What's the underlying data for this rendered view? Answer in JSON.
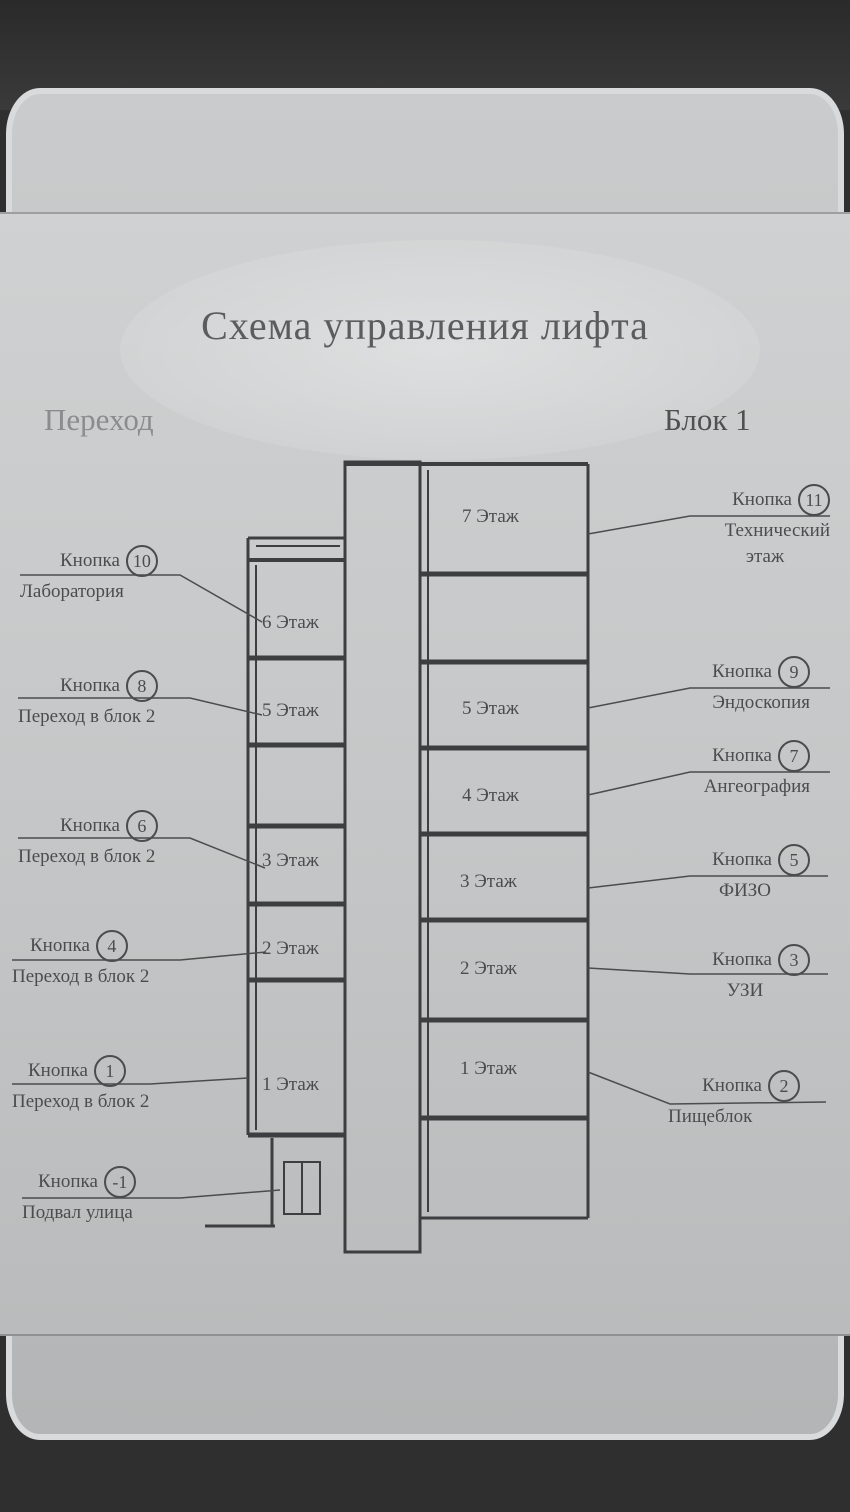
{
  "title": "Схема управления  лифта",
  "left_heading": "Переход",
  "right_heading": "Блок 1",
  "floors": {
    "left": [
      "6 Этаж",
      "5 Этаж",
      "3 Этаж",
      "2 Этаж",
      "1 Этаж"
    ],
    "right": [
      "7 Этаж",
      "5 Этаж",
      "4 Этаж",
      "3 Этаж",
      "2 Этаж",
      "1 Этаж"
    ]
  },
  "callouts": {
    "left": [
      {
        "label": "Кнопка",
        "number": "10",
        "desc": "Лаборатория"
      },
      {
        "label": "Кнопка",
        "number": "8",
        "desc": "Переход в блок 2"
      },
      {
        "label": "Кнопка",
        "number": "6",
        "desc": "Переход в блок 2"
      },
      {
        "label": "Кнопка",
        "number": "4",
        "desc": "Переход в блок 2"
      },
      {
        "label": "Кнопка",
        "number": "1",
        "desc": "Переход в блок 2"
      },
      {
        "label": "Кнопка",
        "number": "-1",
        "desc": "Подвал улица"
      }
    ],
    "right": [
      {
        "label": "Кнопка",
        "number": "11",
        "desc": "Технический",
        "desc2": "этаж"
      },
      {
        "label": "Кнопка",
        "number": "9",
        "desc": "Эндоскопия"
      },
      {
        "label": "Кнопка",
        "number": "7",
        "desc": "Ангеография"
      },
      {
        "label": "Кнопка",
        "number": "5",
        "desc": "ФИЗО"
      },
      {
        "label": "Кнопка",
        "number": "3",
        "desc": "УЗИ"
      },
      {
        "label": "Кнопка",
        "number": "2",
        "desc": "Пищеблок"
      }
    ]
  },
  "colors": {
    "ink": "#4a4c4e",
    "plate": "#c9cbcc"
  }
}
